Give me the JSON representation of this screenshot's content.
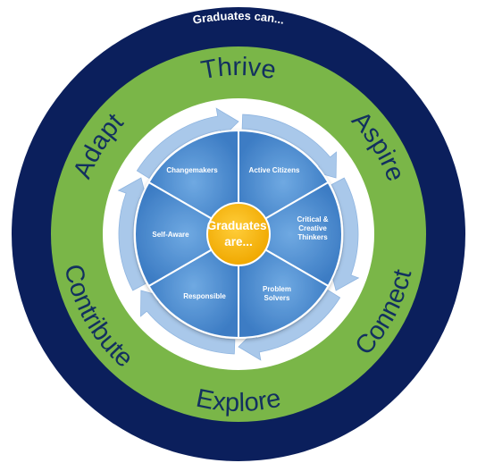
{
  "outer_ring": {
    "title": "Graduates can...",
    "color": "#0b1f5c"
  },
  "green_ring": {
    "color": "#7ab648",
    "verbs": [
      "Thrive",
      "Aspire",
      "Connect",
      "Explore",
      "Contribute",
      "Adapt"
    ],
    "text_color": "#12305f"
  },
  "wheel": {
    "segment_color": "#4a8fd4",
    "arrow_color": "#a9c8ea",
    "segments": [
      {
        "lines": [
          "Changemakers"
        ]
      },
      {
        "lines": [
          "Active Citizens"
        ]
      },
      {
        "lines": [
          "Critical &",
          "Creative",
          "Thinkers"
        ]
      },
      {
        "lines": [
          "Problem",
          "Solvers"
        ]
      },
      {
        "lines": [
          "Responsible"
        ]
      },
      {
        "lines": [
          "Self-Aware"
        ]
      }
    ]
  },
  "center": {
    "lines": [
      "Graduates",
      "are..."
    ],
    "color": "#f5b400"
  }
}
